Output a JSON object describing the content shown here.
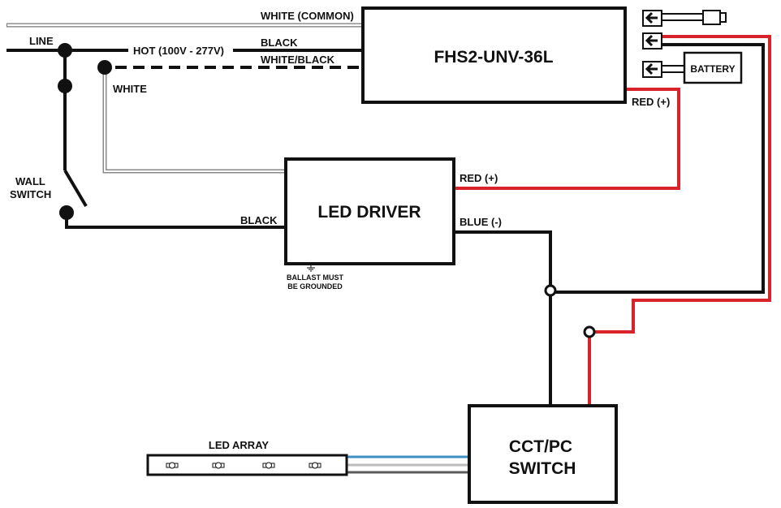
{
  "components": {
    "fhs2": "FHS2-UNV-36L",
    "led_driver": "LED DRIVER",
    "cct_switch_line1": "CCT/PC",
    "cct_switch_line2": "SWITCH",
    "battery": "BATTERY",
    "led_array": "LED ARRAY"
  },
  "labels": {
    "white_common": "WHITE (COMMON)",
    "line": "LINE",
    "hot": "HOT (100V - 277V)",
    "black_top": "BLACK",
    "white_black": "WHITE/BLACK",
    "white": "WHITE",
    "wall_switch_1": "WALL",
    "wall_switch_2": "SWITCH",
    "black_driver": "BLACK",
    "red_fhs2": "RED (+)",
    "red_driver": "RED (+)",
    "blue_driver": "BLUE (-)",
    "ground_1": "BALLAST MUST",
    "ground_2": "BE GROUNDED"
  },
  "colors": {
    "red_wire": "#d8232a",
    "black_wire": "#111111",
    "blue_wire": "#3d8fc6",
    "light_gray_wire": "#bdbdbd",
    "dark_gray_wire": "#5a5a5a"
  },
  "icons": [
    "arrow-left-connector-icon",
    "plug-icon",
    "ground-icon",
    "led-icon"
  ]
}
